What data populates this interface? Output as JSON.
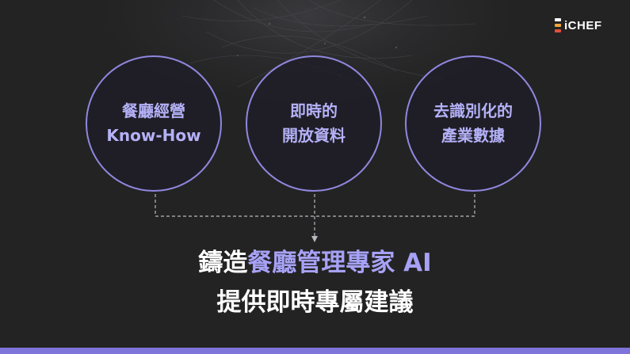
{
  "logo": {
    "text": "iCHEF",
    "mark_colors": [
      "#ffffff",
      "#f2a33a",
      "#e0503e"
    ]
  },
  "circles": [
    {
      "line1": "餐廳經營",
      "line2": "Know-How"
    },
    {
      "line1": "即時的",
      "line2": "開放資料"
    },
    {
      "line1": "去識別化的",
      "line2": "產業數據"
    }
  ],
  "headline": {
    "line1_prefix": "鑄造",
    "line1_accent": "餐廳管理專家 AI",
    "line2": "提供即時專屬建議"
  },
  "colors": {
    "background": "#232323",
    "circle_border": "#8f87df",
    "circle_text": "#b4b1f7",
    "accent": "#a7a2f6",
    "bottom_bar": "#7e74d9",
    "connector": "#b8b8c0"
  }
}
